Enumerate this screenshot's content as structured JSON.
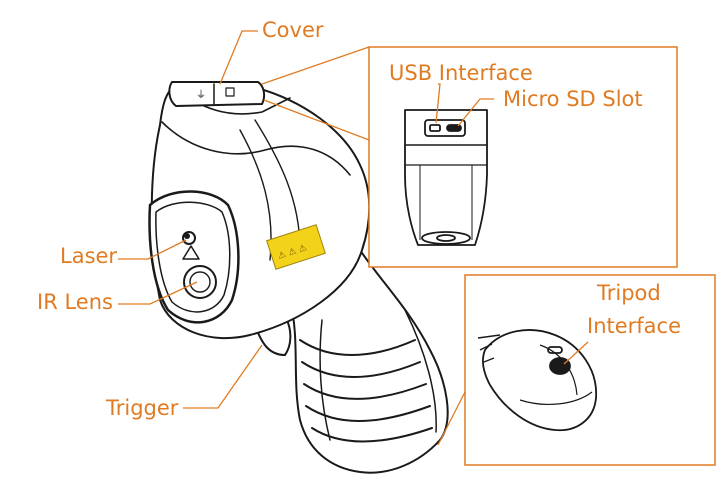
{
  "labels": {
    "cover": "Cover",
    "usb_interface": "USB Interface",
    "micro_sd_slot": "Micro SD Slot",
    "laser": "Laser",
    "ir_lens": "IR Lens",
    "trigger": "Trigger",
    "tripod_line1": "Tripod",
    "tripod_line2": "Interface"
  },
  "colors": {
    "callout": "#e07b22",
    "outline": "#1a1a1a",
    "warning_sticker": "#f3d21a"
  }
}
